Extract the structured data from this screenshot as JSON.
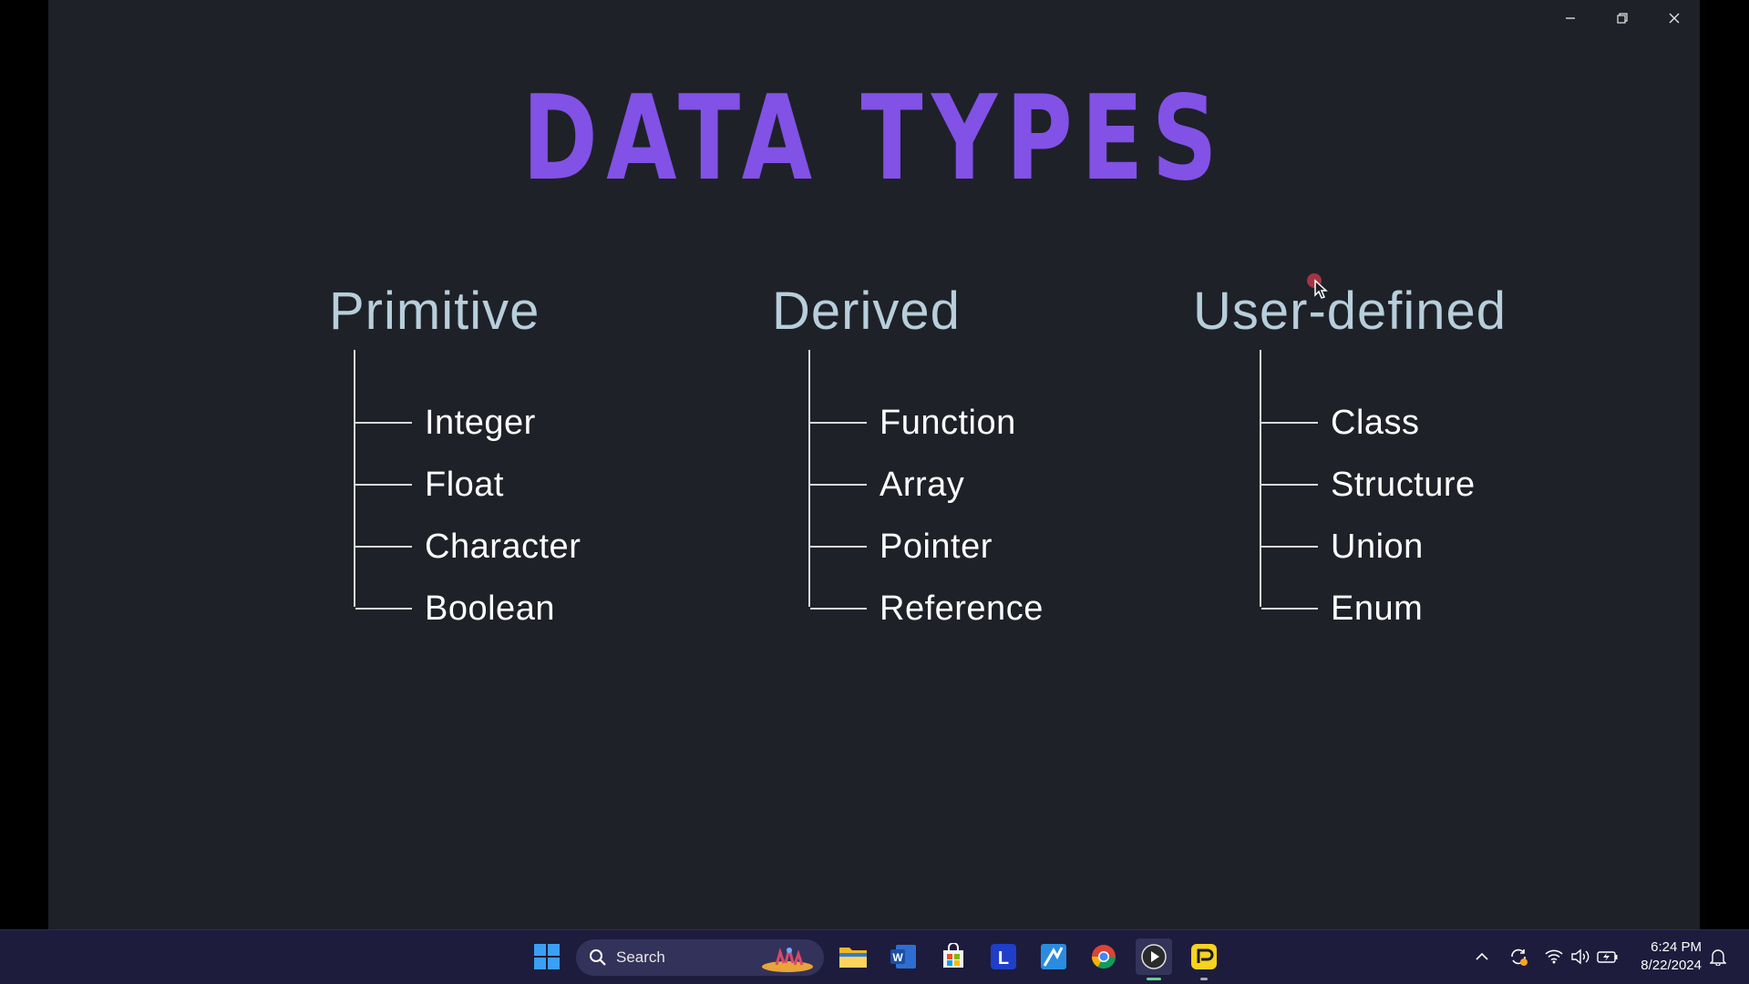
{
  "slide": {
    "title": "DATA TYPES",
    "title_color": "#8251e6",
    "background": "#1f2128",
    "columns": [
      {
        "heading": "Primitive",
        "items": [
          "Integer",
          "Float",
          "Character",
          "Boolean"
        ]
      },
      {
        "heading": "Derived",
        "items": [
          "Function",
          "Array",
          "Pointer",
          "Reference"
        ]
      },
      {
        "heading": "User-defined",
        "items": [
          "Class",
          "Structure",
          "Union",
          "Enum"
        ]
      }
    ]
  },
  "window_controls": {
    "minimize_icon": "minimize-icon",
    "restore_icon": "restore-icon",
    "close_icon": "close-icon"
  },
  "taskbar": {
    "search_placeholder": "Search",
    "pinned_apps": [
      "start",
      "file-explorer",
      "word",
      "microsoft-store",
      "l-app",
      "photo-app",
      "chrome",
      "media-player",
      "l-sticky-app"
    ],
    "clock": {
      "time": "6:24 PM",
      "date": "8/22/2024"
    }
  }
}
